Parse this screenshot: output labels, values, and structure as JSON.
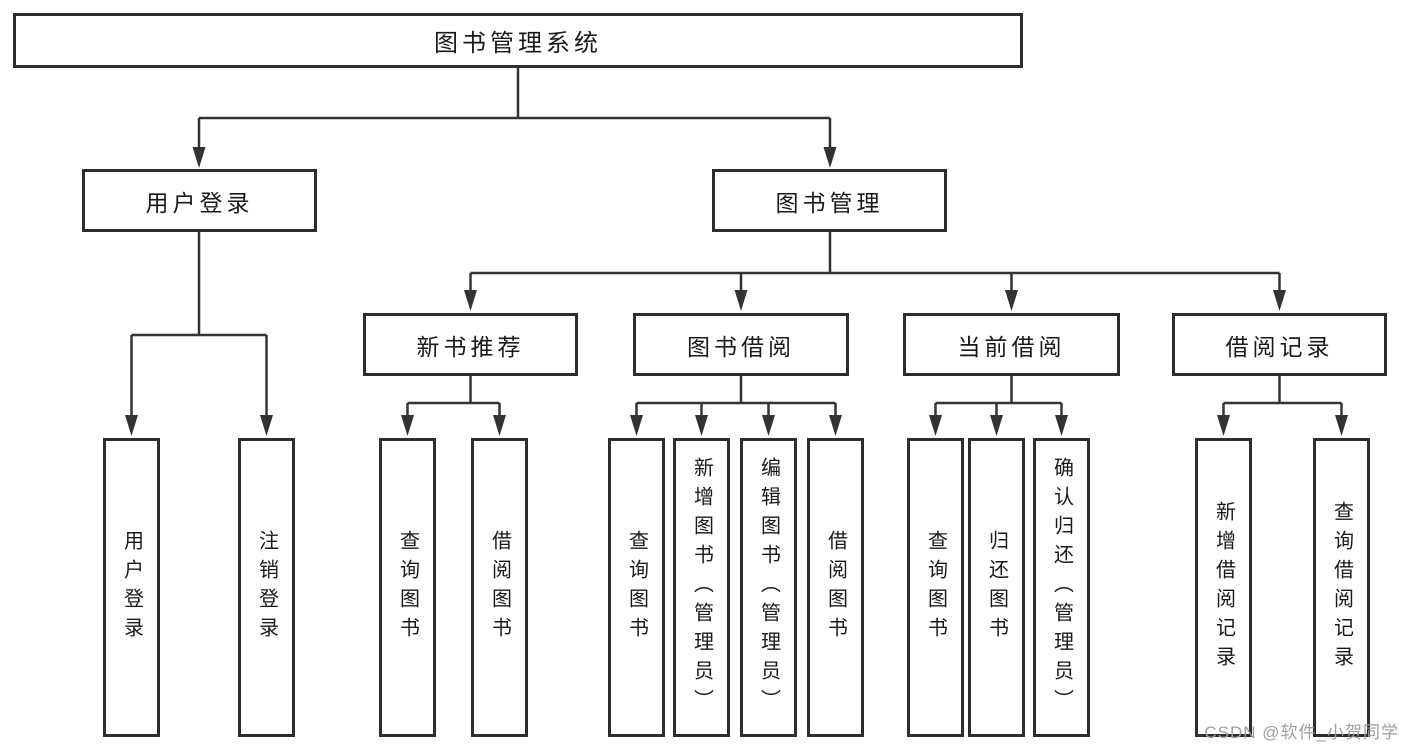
{
  "diagram": {
    "root": {
      "label": "图书管理系统"
    },
    "level2": [
      {
        "id": "user-login",
        "label": "用户登录"
      },
      {
        "id": "book-management",
        "label": "图书管理"
      }
    ],
    "level3": [
      {
        "id": "new-book-recommend",
        "label": "新书推荐"
      },
      {
        "id": "book-borrow",
        "label": "图书借阅"
      },
      {
        "id": "current-borrow",
        "label": "当前借阅"
      },
      {
        "id": "borrow-record",
        "label": "借阅记录"
      }
    ],
    "leaves": [
      {
        "id": "user-login-leaf",
        "label": "用户登录"
      },
      {
        "id": "logout",
        "label": "注销登录"
      },
      {
        "id": "query-books-1",
        "label": "查询图书"
      },
      {
        "id": "borrow-books-1",
        "label": "借阅图书"
      },
      {
        "id": "query-books-2",
        "label": "查询图书"
      },
      {
        "id": "add-books-admin",
        "label": "新增图书（管理员）"
      },
      {
        "id": "edit-books-admin",
        "label": "编辑图书（管理员）"
      },
      {
        "id": "borrow-books-2",
        "label": "借阅图书"
      },
      {
        "id": "query-books-3",
        "label": "查询图书"
      },
      {
        "id": "return-books",
        "label": "归还图书"
      },
      {
        "id": "confirm-return-admin",
        "label": "确认归还（管理员）"
      },
      {
        "id": "add-borrow-record",
        "label": "新增借阅记录"
      },
      {
        "id": "query-borrow-record",
        "label": "查询借阅记录"
      }
    ]
  },
  "watermark": {
    "text": "CSDN @软件_小贺同学",
    "color": "#9e9e9e"
  },
  "colors": {
    "line": "#333333",
    "box_border": "#2d2d2d",
    "box_fill": "#ffffff",
    "text": "#1a1a1a"
  }
}
